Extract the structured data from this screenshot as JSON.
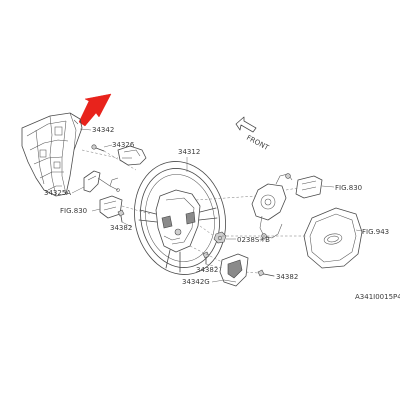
{
  "labels": {
    "part_34342": "34342",
    "part_34326": "34326",
    "part_34312": "34312",
    "part_34325a": "34325A",
    "fig_830_left": "FIG.830",
    "part_34382_left": "34382",
    "front": "FRONT",
    "fig_830_right": "FIG.830",
    "fig_943": "FIG.943",
    "part_0238sb": "0238S✳B",
    "part_34382_mid": "34382",
    "part_34342g": "34342G",
    "part_34382_right": "34382",
    "drawing_code": "A341I0015P4"
  },
  "colors": {
    "pointer_arrow": "#e8231c",
    "line_art": "#4a4a4a"
  },
  "icons": {
    "pointer": "red-pointer-arrow-icon",
    "front": "front-direction-arrow-icon"
  }
}
